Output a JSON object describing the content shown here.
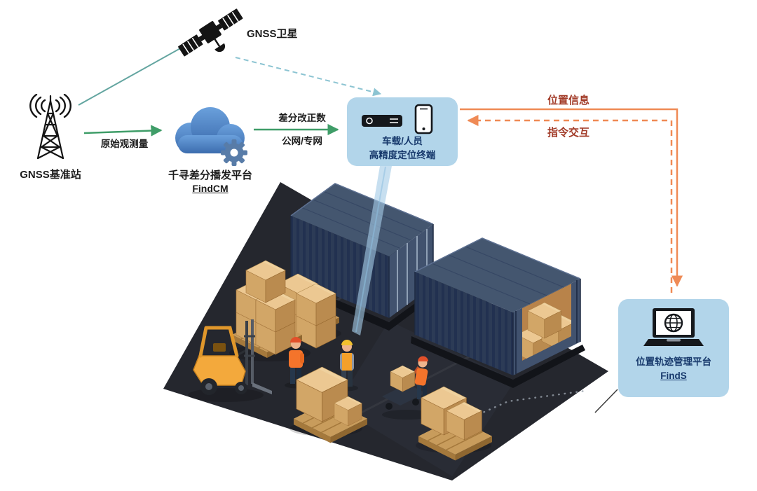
{
  "diagram": {
    "satellite_label": "GNSS卫星",
    "station_label": "GNSS基准站",
    "cloud": {
      "title": "千寻差分播发平台",
      "name": "FindCM"
    },
    "flows": {
      "raw_observation": "原始观测量",
      "correction_line1": "差分改正数",
      "correction_line2": "公网/专网",
      "position_info": "位置信息",
      "command_interaction": "指令交互"
    },
    "terminal": {
      "line1": "车载/人员",
      "line2": "高精度定位终端"
    },
    "platform": {
      "title": "位置轨迹管理平台",
      "name": "FindS"
    }
  },
  "icons": {
    "satellite": "satellite-icon",
    "base_station": "radio-tower-icon",
    "cloud_platform": "cloud-gear-icon",
    "terminal_devices": "receiver-and-smartphone-icon",
    "management_platform": "laptop-globe-icon"
  },
  "colors": {
    "teal_line": "#63a5a0",
    "dashed_teal": "#8cc4d2",
    "green_arrow": "#3f9d68",
    "orange_arrow": "#ef8a55",
    "bubble_bg": "#b2d5ea",
    "navy_text": "#16386b",
    "label_red": "#a23b28"
  }
}
